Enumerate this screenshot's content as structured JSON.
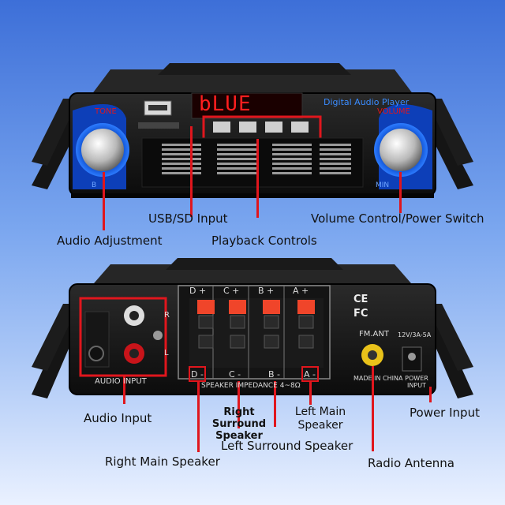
{
  "top_device": {
    "display_text": "bLUE",
    "brand_label": "Digital Audio Player",
    "tone_label": "TONE",
    "volume_label": "VOLUME",
    "tone_min": "B",
    "volume_min": "MIN"
  },
  "bottom_device": {
    "channel_labels": [
      "D +",
      "C +",
      "B +",
      "A +"
    ],
    "channel_neg_labels": [
      "D -",
      "C -",
      "B -",
      "A -"
    ],
    "audio_input_label": "AUDIO INPUT",
    "impedance_label": "SPEAKER IMPEDANCE 4~8Ω",
    "rca_r": "R",
    "rca_l": "L",
    "ce_mark": "CE",
    "fc_mark": "FC",
    "fm_label": "FM.ANT",
    "power_spec": "12V/3A-5A",
    "made_in": "MADE IN CHINA",
    "power_input_small": "POWER INPUT"
  },
  "callouts": {
    "usb_sd": "USB/SD Input",
    "volume": "Volume Control/Power Switch",
    "audio_adjust": "Audio Adjustment",
    "playback": "Playback Controls",
    "audio_input": "Audio Input",
    "right_surround": "Right Surround Speaker",
    "left_main": "Left Main Speaker",
    "power_input": "Power Input",
    "left_surround": "Left Surround Speaker",
    "right_main": "Right Main Speaker",
    "radio_antenna": "Radio Antenna"
  }
}
